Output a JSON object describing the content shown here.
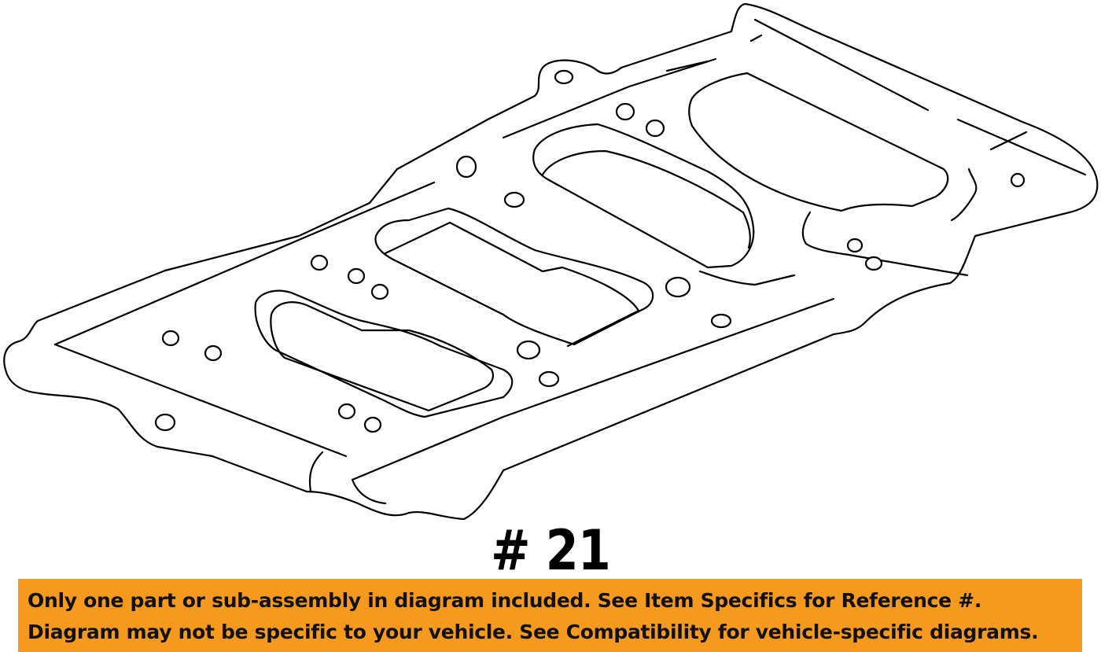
{
  "diagram": {
    "part_label": "# 21",
    "notice_line1": "Only one part or sub-assembly in diagram included. See Item Specifics for Reference #.",
    "notice_line2": "Diagram may not be specific to your vehicle. See Compatibility for vehicle-specific diagrams.",
    "colors": {
      "line": "#000000",
      "notice_background": "#f59a1e",
      "background": "#ffffff"
    }
  }
}
